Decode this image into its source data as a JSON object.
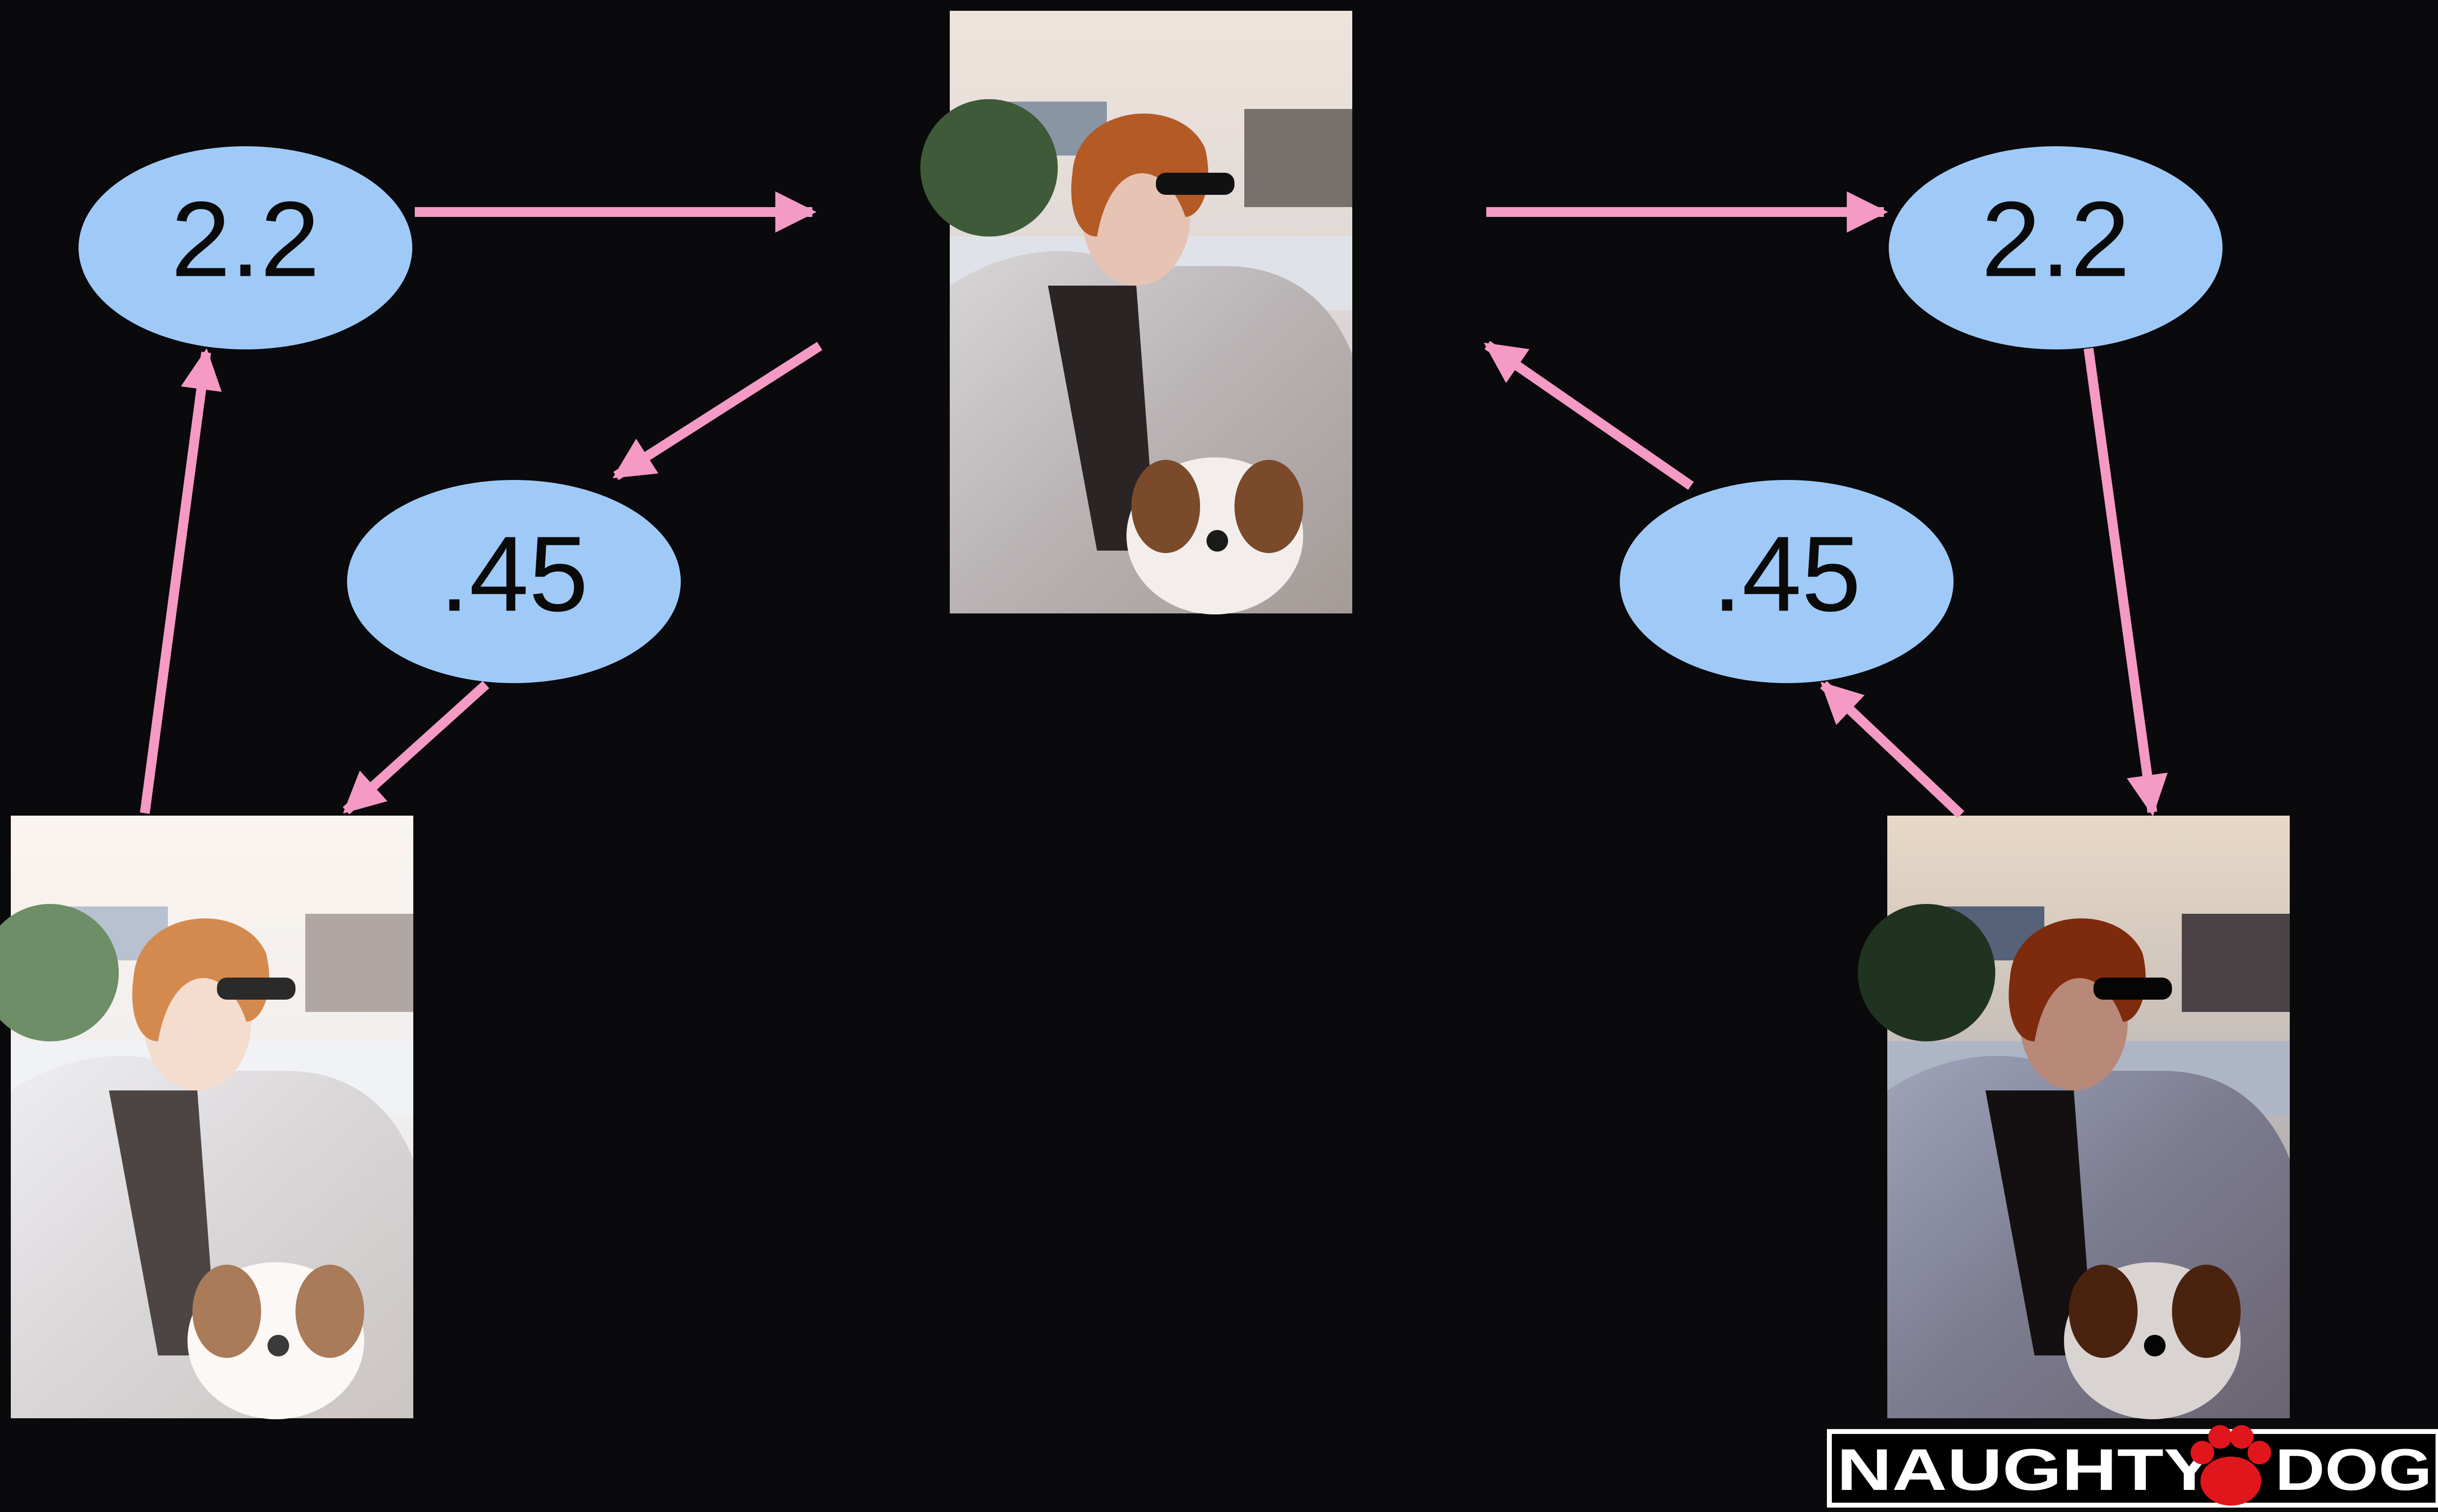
{
  "diagram": {
    "nodes": [
      {
        "id": "gamma-left",
        "label": "2.2"
      },
      {
        "id": "inverse-left",
        "label": ".45"
      },
      {
        "id": "inverse-right",
        "label": ".45"
      },
      {
        "id": "gamma-right",
        "label": "2.2"
      }
    ],
    "photos": [
      {
        "id": "photo-center",
        "tone": "neutral"
      },
      {
        "id": "photo-bottom-left",
        "tone": "bright-washed"
      },
      {
        "id": "photo-bottom-right",
        "tone": "dark-saturated"
      }
    ],
    "edges": [
      {
        "from": "gamma-left",
        "to": "photo-center"
      },
      {
        "from": "photo-center",
        "to": "inverse-left"
      },
      {
        "from": "inverse-left",
        "to": "photo-bottom-left"
      },
      {
        "from": "photo-bottom-left",
        "to": "gamma-left"
      },
      {
        "from": "photo-center",
        "to": "gamma-right"
      },
      {
        "from": "gamma-right",
        "to": "photo-bottom-right"
      },
      {
        "from": "photo-bottom-right",
        "to": "inverse-right"
      },
      {
        "from": "inverse-right",
        "to": "photo-center"
      }
    ]
  },
  "colors": {
    "background": "#0a090b",
    "node_fill": "#9fcaf8",
    "arrow": "#f49ac4"
  },
  "logo": {
    "text_left": "NAUGHTY",
    "text_right": "DOG",
    "icon": "paw-print-icon"
  }
}
